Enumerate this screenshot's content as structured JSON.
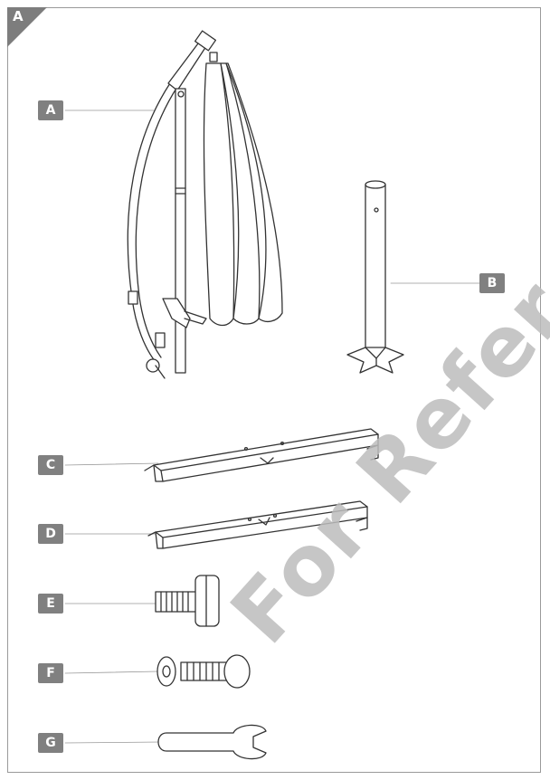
{
  "page": {
    "corner_label": "A"
  },
  "parts": [
    {
      "letter": "A"
    },
    {
      "letter": "B"
    },
    {
      "letter": "C"
    },
    {
      "letter": "D"
    },
    {
      "letter": "E"
    },
    {
      "letter": "F"
    },
    {
      "letter": "G"
    }
  ],
  "watermark": "For Refer",
  "colors": {
    "label_bg": "#808080",
    "line": "#333333",
    "watermark": "#bdbdbd"
  }
}
